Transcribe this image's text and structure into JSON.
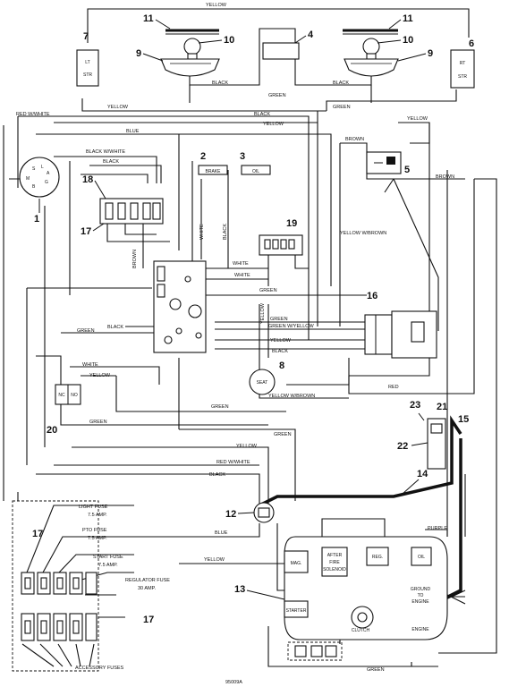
{
  "wire_labels": {
    "yellow": "YELLOW",
    "black": "BLACK",
    "green": "GREEN",
    "red_white": "RED W/WHITE",
    "blue": "BLUE",
    "brown": "BROWN",
    "black_white": "BLACK W/WHITE",
    "white": "WHITE",
    "yellow_brown": "YELLOW W/BROWN",
    "green_yellow": "GREEN W/YELLOW",
    "red": "RED",
    "purple": "PURPLE"
  },
  "callouts": {
    "n1": "1",
    "n2": "2",
    "n3": "3",
    "n4": "4",
    "n5": "5",
    "n6": "6",
    "n7": "7",
    "n8": "8",
    "n9": "9",
    "n10": "10",
    "n11": "11",
    "n12": "12",
    "n13": "13",
    "n14": "14",
    "n15": "15",
    "n16": "16",
    "n17": "17",
    "n18": "18",
    "n19": "19",
    "n20": "20",
    "n21": "21",
    "n22": "22",
    "n23": "23"
  },
  "components": {
    "lt_str": [
      "LT",
      "STR"
    ],
    "rt_str": [
      "RT",
      "STR"
    ],
    "brake": "BRAKE",
    "oil": "OIL",
    "seat": "SEAT",
    "no": "NO",
    "nc": "NC",
    "key": {
      "l": "L",
      "s": "S",
      "m": "M",
      "b": "B",
      "g": "G",
      "a": "A"
    }
  },
  "engine": {
    "mag": "MAG.",
    "after_fire": [
      "AFTER",
      "FIRE",
      "SOLENOID"
    ],
    "reg": "REG.",
    "oil": "OIL",
    "ground": [
      "GROUND",
      "TO",
      "ENGINE"
    ],
    "starter": "STARTER",
    "clutch": "CLUTCH",
    "engine": "ENGINE"
  },
  "fuse_legend": {
    "light": [
      "LIGHT FUSE",
      "7.5 AMP."
    ],
    "pto": [
      "PTO FUSE",
      "7.5 AMP."
    ],
    "start": [
      "START FUSE",
      "7.5 AMP."
    ],
    "regulator": [
      "REGULATOR FUSE",
      "30 AMP."
    ],
    "accessory": "ACCESSORY FUSES"
  },
  "diagram_id": "95009A"
}
